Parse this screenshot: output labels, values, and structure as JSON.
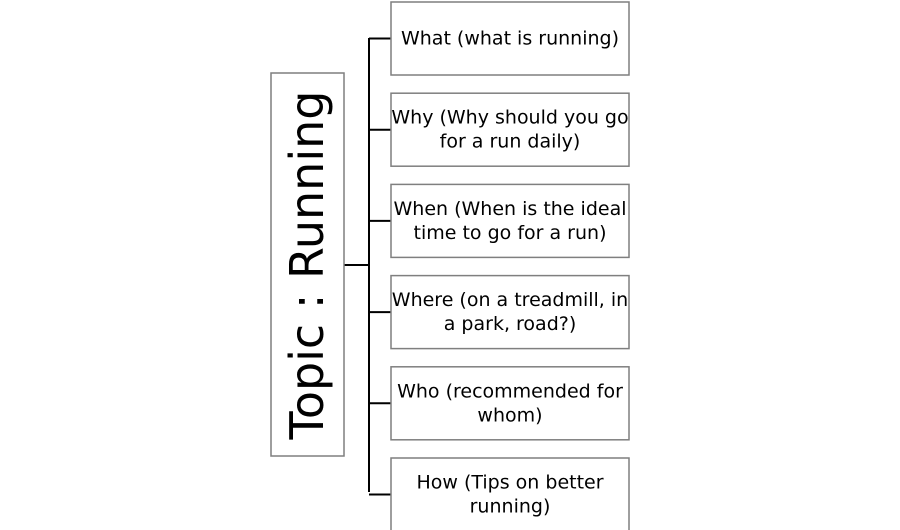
{
  "topic": {
    "label": "Topic : Running"
  },
  "subtopics": [
    {
      "lines": [
        "What (what is running)"
      ]
    },
    {
      "lines": [
        "Why (Why should you go",
        "for a run daily)"
      ]
    },
    {
      "lines": [
        "When (When is the ideal",
        "time to go for a run)"
      ]
    },
    {
      "lines": [
        "Where (on a treadmill, in",
        "a park, road?)"
      ]
    },
    {
      "lines": [
        "Who (recommended for",
        "whom)"
      ]
    },
    {
      "lines": [
        "How (Tips on better",
        "running)"
      ]
    }
  ]
}
